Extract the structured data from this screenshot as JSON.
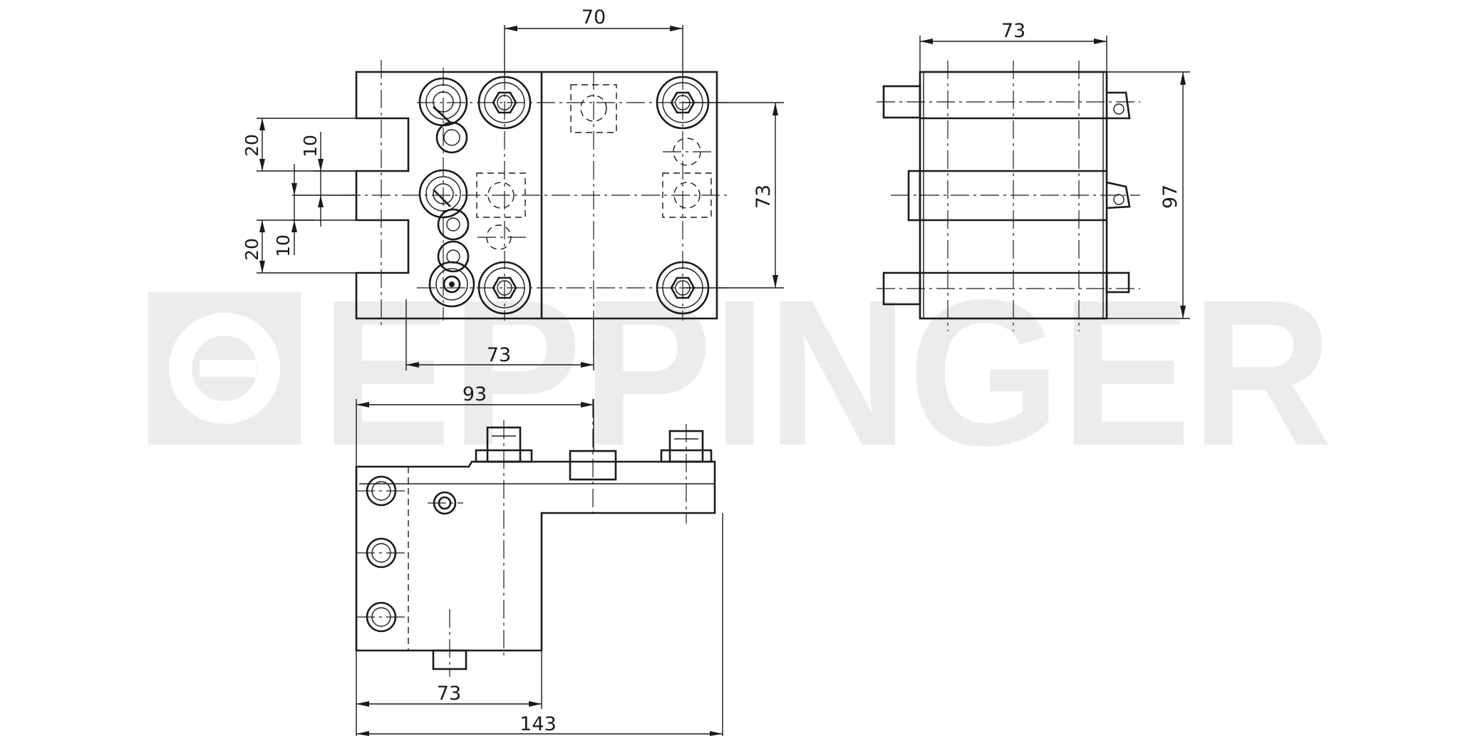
{
  "watermark": {
    "text": "EPPINGER",
    "color": "#ececec"
  },
  "dimensions": {
    "top_view": {
      "d70": "70",
      "d73_vertical": "73",
      "d73_bottom": "73",
      "d20_upper": "20",
      "d10_upper": "10",
      "d20_lower": "20",
      "d10_lower": "10"
    },
    "side_view": {
      "d73": "73",
      "d97": "97"
    },
    "front_view": {
      "d93": "93",
      "d73": "73",
      "d143": "143"
    }
  }
}
